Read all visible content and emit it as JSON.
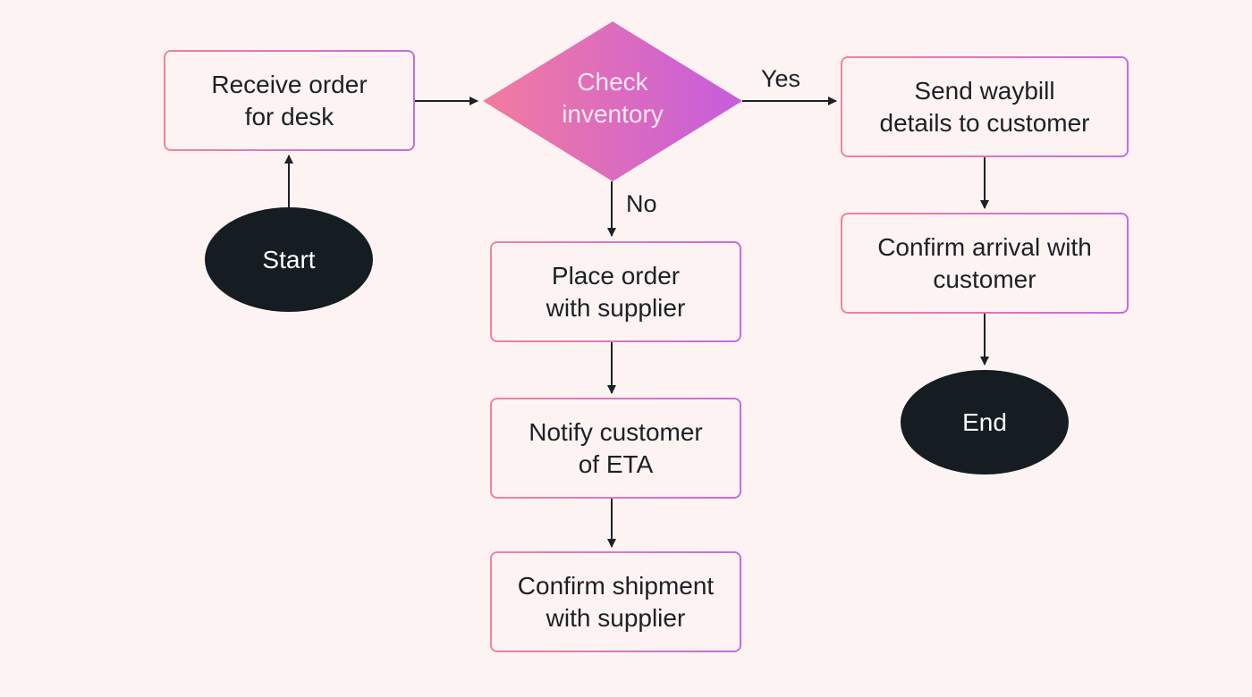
{
  "diagram": {
    "nodes": {
      "receive_order": "Receive order\nfor desk",
      "check_inventory": "Check\ninventory",
      "send_waybill": "Send waybill\ndetails to customer",
      "start": "Start",
      "place_order": "Place order\nwith supplier",
      "confirm_arrival": "Confirm arrival with\ncustomer",
      "notify_customer": "Notify customer\nof ETA",
      "end": "End",
      "confirm_shipment": "Confirm shipment\nwith supplier"
    },
    "edge_labels": {
      "yes": "Yes",
      "no": "No"
    },
    "colors": {
      "background": "#fdf3f2",
      "box_border_start": "#f2829c",
      "box_border_end": "#c56cde",
      "diamond_fill_start": "#f27c9e",
      "diamond_fill_end": "#c65ddc",
      "terminal_fill": "#151c22",
      "line": "#1c2126"
    }
  }
}
